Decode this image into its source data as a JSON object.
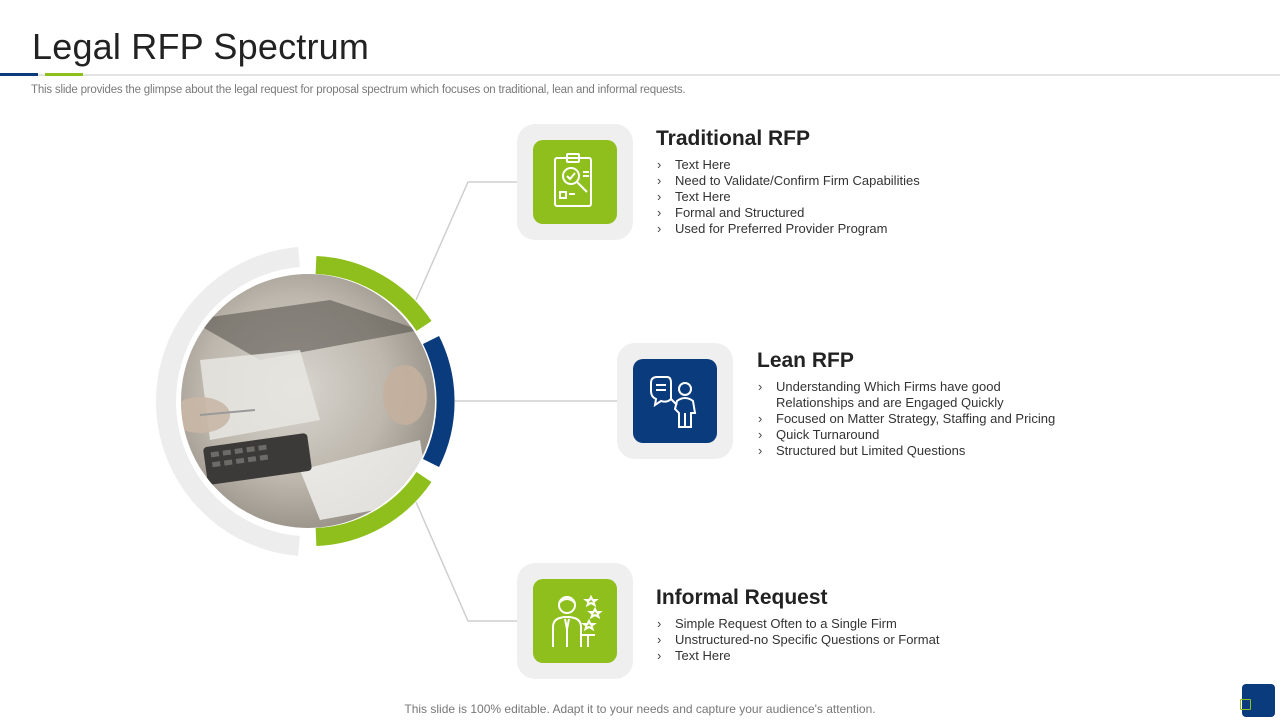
{
  "header": {
    "title": "Legal RFP Spectrum",
    "subtitle": "This slide provides the glimpse about the legal request for proposal spectrum which focuses on traditional, lean and informal requests."
  },
  "sections": [
    {
      "title": "Traditional RFP",
      "icon": "checklist-icon",
      "color": "#8fbf1c",
      "items": [
        "Text Here",
        "Need to Validate/Confirm Firm Capabilities",
        "Text Here",
        "Formal and Structured",
        "Used for Preferred Provider Program"
      ]
    },
    {
      "title": "Lean RFP",
      "icon": "presenter-icon",
      "color": "#0a3b7c",
      "items": [
        "Understanding Which Firms have good Relationships and are Engaged Quickly",
        "Focused on Matter Strategy, Staffing and Pricing",
        "Quick Turnaround",
        "Structured but Limited Questions"
      ]
    },
    {
      "title": "Informal Request",
      "icon": "businessman-rating-icon",
      "color": "#8fbf1c",
      "items": [
        "Simple Request Often to a Single Firm",
        "Unstructured-no Specific Questions or Format",
        "Text Here"
      ]
    }
  ],
  "footer": {
    "note": "This slide is 100% editable. Adapt it to your needs and capture your audience's attention."
  },
  "colors": {
    "accent_green": "#8fbf1c",
    "accent_navy": "#0a3b7c",
    "tile_bg": "#efefef"
  }
}
